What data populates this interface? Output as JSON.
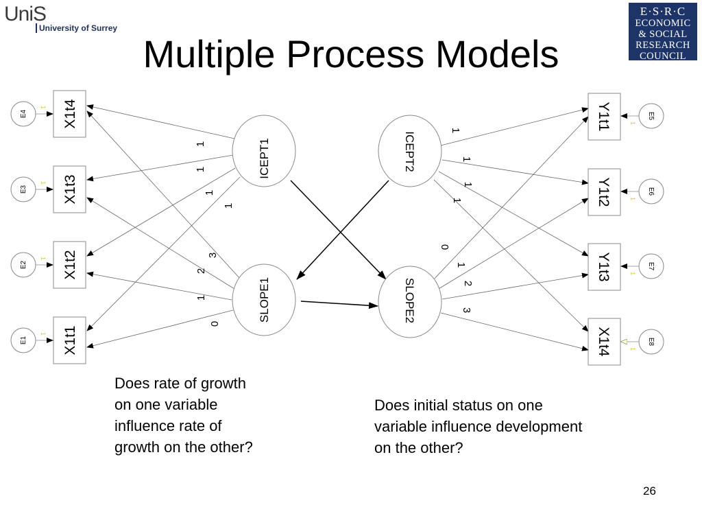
{
  "logos": {
    "unis_main": "UniS",
    "unis_sub": "University of Surrey",
    "esrc_lines": [
      "E·S·R·C",
      "ECONOMIC",
      "& SOCIAL",
      "RESEARCH",
      "COUNCIL"
    ]
  },
  "title": "Multiple Process Models",
  "diagram": {
    "latents": [
      {
        "id": "icept1",
        "label": "ICEPT1"
      },
      {
        "id": "slope1",
        "label": "SLOPE1"
      },
      {
        "id": "icept2",
        "label": "ICEPT2"
      },
      {
        "id": "slope2",
        "label": "SLOPE2"
      }
    ],
    "indicators": [
      {
        "id": "x1t4",
        "label": "X1t4",
        "error": "E4"
      },
      {
        "id": "x1t3",
        "label": "X1t3",
        "error": "E3"
      },
      {
        "id": "x1t2",
        "label": "X1t2",
        "error": "E2"
      },
      {
        "id": "x1t1",
        "label": "X1t1",
        "error": "E1"
      },
      {
        "id": "y1t1",
        "label": "Y1t1",
        "error": "E5"
      },
      {
        "id": "y1t2",
        "label": "Y1t2",
        "error": "E6"
      },
      {
        "id": "y1t3",
        "label": "Y1t3",
        "error": "E7"
      },
      {
        "id": "x1t4b",
        "label": "X1t4",
        "error": "E8"
      }
    ],
    "icept1_loadings": [
      "1",
      "1",
      "1",
      "1"
    ],
    "slope1_loadings": [
      "3",
      "2",
      "1",
      "0"
    ],
    "icept2_loadings": [
      "1",
      "1",
      "1",
      "1"
    ],
    "slope2_loadings": [
      "0",
      "1",
      "2",
      "3"
    ],
    "error_weight": "1"
  },
  "questions": {
    "left": "Does rate of growth on one variable influence rate of growth on the other?",
    "right": "Does initial status on one variable influence development on the other?"
  },
  "page_number": "26"
}
